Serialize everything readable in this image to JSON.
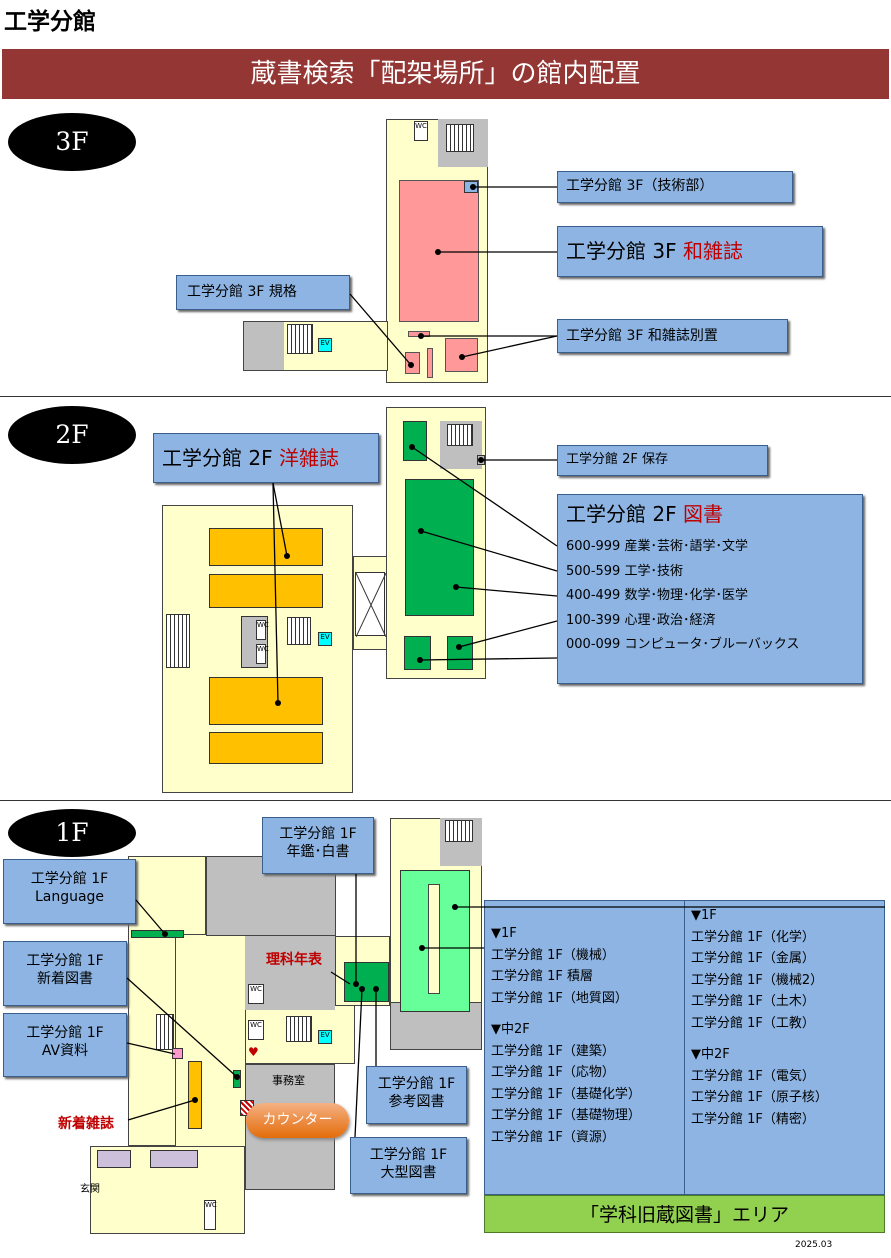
{
  "page_title": "工学分館",
  "banner": "蔵書検索「配架場所」の館内配置",
  "floors": {
    "f3": "3F",
    "f2": "2F",
    "f1": "1F"
  },
  "labels_3f": {
    "gijutsubu": "工学分館 3F（技術部）",
    "wazasshi_prefix": "工学分館 3F ",
    "wazasshi_red": "和雑誌",
    "kikaku": "工学分館 3F 規格",
    "betsuchi": "工学分館 3F 和雑誌別置"
  },
  "labels_2f": {
    "yozasshi_prefix": "工学分館 2F ",
    "yozasshi_red": "洋雑誌",
    "hozon": "工学分館 2F 保存",
    "tosho_prefix": "工学分館 2F ",
    "tosho_red": "図書",
    "ranges": [
      "600-999 産業･芸術･語学･文学",
      "500-599 工学･技術",
      "400-499 数学･物理･化学･医学",
      "100-399 心理･政治･経済",
      "000-099 コンピュータ･ブルーバックス"
    ]
  },
  "labels_1f": {
    "nenkan_line1": "工学分館 1F",
    "nenkan_line2": "年鑑･白書",
    "language_line1": "工学分館 1F",
    "language_line2": "Language",
    "shinchaku_line1": "工学分館 1F",
    "shinchaku_line2": "新着図書",
    "av_line1": "工学分館 1F",
    "av_line2": "AV資料",
    "rika_nenpyo": "理科年表",
    "shinchaku_zasshi": "新着雑誌",
    "sanko_line1": "工学分館 1F",
    "sanko_line2": "参考図書",
    "ogata_line1": "工学分館 1F",
    "ogata_line2": "大型図書",
    "counter": "カウンター",
    "jimushitsu": "事務室",
    "genkan": "玄関"
  },
  "gakka_area": {
    "col1": {
      "h1": "▼1F",
      "items1": [
        "工学分館 1F（機械）",
        "工学分館 1F 積層",
        "工学分館 1F（地質図）"
      ],
      "h2": "▼中2F",
      "items2": [
        "工学分館 1F（建築）",
        "工学分館 1F（応物）",
        "工学分館 1F（基礎化学）",
        "工学分館 1F（基礎物理）",
        "工学分館 1F（資源）"
      ]
    },
    "col2": {
      "h1": "▼1F",
      "items1": [
        "工学分館 1F（化学）",
        "工学分館 1F（金属）",
        "工学分館 1F（機械2）",
        "工学分館 1F（土木）",
        "工学分館 1F（工教）"
      ],
      "h2": "▼中2F",
      "items2": [
        "工学分館 1F（電気）",
        "工学分館 1F（原子核）",
        "工学分館 1F（精密）"
      ]
    },
    "footer": "「学科旧蔵図書」エリア"
  },
  "icons": {
    "wc": "WC",
    "ev": "EV"
  },
  "date": "2025.03",
  "colors": {
    "banner": "#943634",
    "label_blue": "#8db4e2",
    "red_text": "#c00000",
    "pink_shelf": "#ff9999",
    "green_shelf": "#00b050",
    "light_green_shelf": "#66ff99",
    "yellow_shelf": "#ffc000",
    "floor_cream": "#ffffcc",
    "area_green": "#92d050"
  }
}
